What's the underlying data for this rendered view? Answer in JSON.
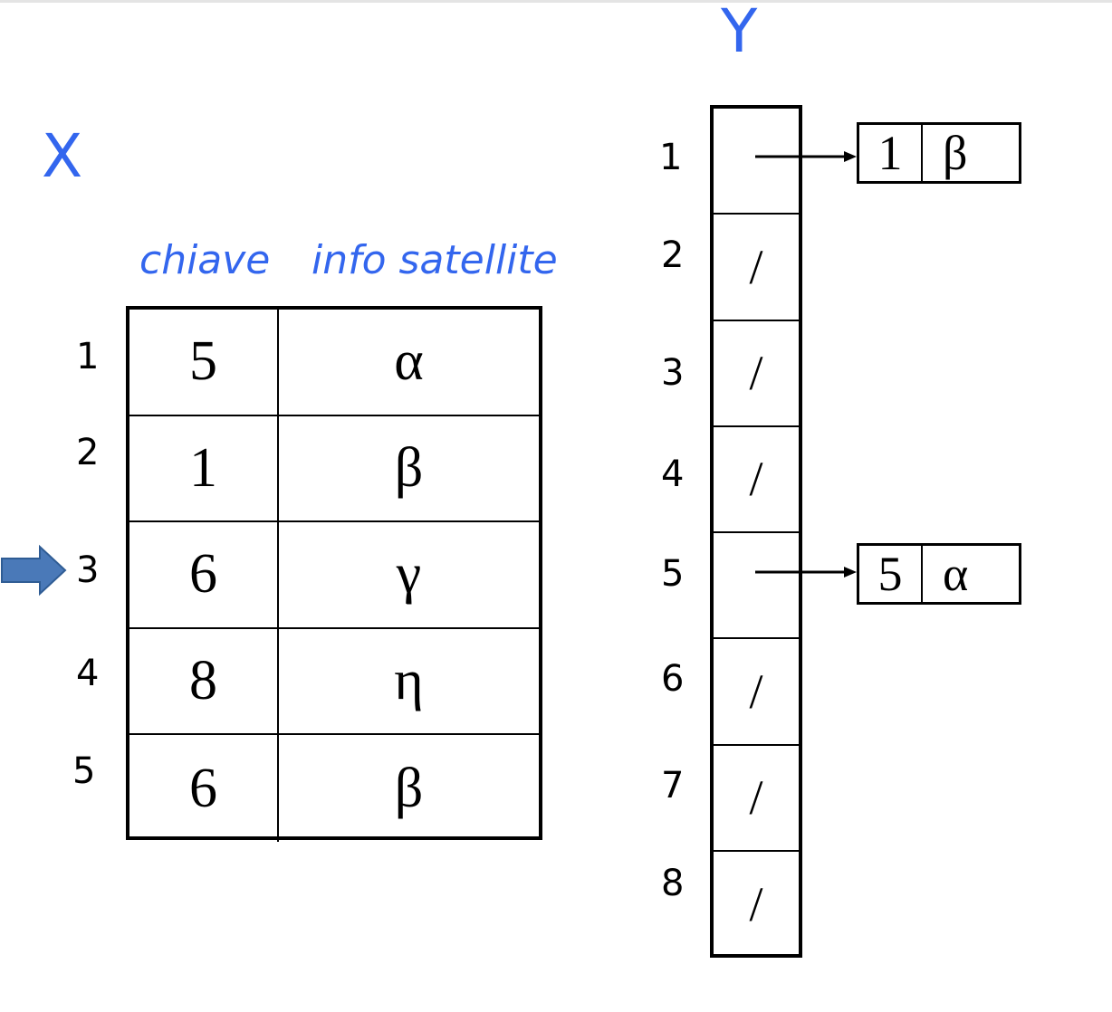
{
  "labels": {
    "x": "X",
    "y": "Y"
  },
  "table_x": {
    "headers": {
      "key": "chiave",
      "info": "info satellite"
    },
    "rows": [
      {
        "index": "1",
        "key": "5",
        "info": "α"
      },
      {
        "index": "2",
        "key": "1",
        "info": "β"
      },
      {
        "index": "3",
        "key": "6",
        "info": "γ"
      },
      {
        "index": "4",
        "key": "8",
        "info": "η"
      },
      {
        "index": "5",
        "key": "6",
        "info": "β"
      }
    ],
    "current_row_indicator": "3"
  },
  "array_y": {
    "slots": [
      {
        "index": "1",
        "content": "",
        "pointer": true
      },
      {
        "index": "2",
        "content": "/",
        "pointer": false
      },
      {
        "index": "3",
        "content": "/",
        "pointer": false
      },
      {
        "index": "4",
        "content": "/",
        "pointer": false
      },
      {
        "index": "5",
        "content": "",
        "pointer": true
      },
      {
        "index": "6",
        "content": "/",
        "pointer": false
      },
      {
        "index": "7",
        "content": "/",
        "pointer": false
      },
      {
        "index": "8",
        "content": "/",
        "pointer": false
      }
    ],
    "nodes": [
      {
        "slot": "1",
        "key": "1",
        "info": "β"
      },
      {
        "slot": "5",
        "key": "5",
        "info": "α"
      }
    ]
  },
  "colors": {
    "accent": "#3366ee",
    "indicator_arrow": "#4a79b8",
    "line": "#000000"
  }
}
